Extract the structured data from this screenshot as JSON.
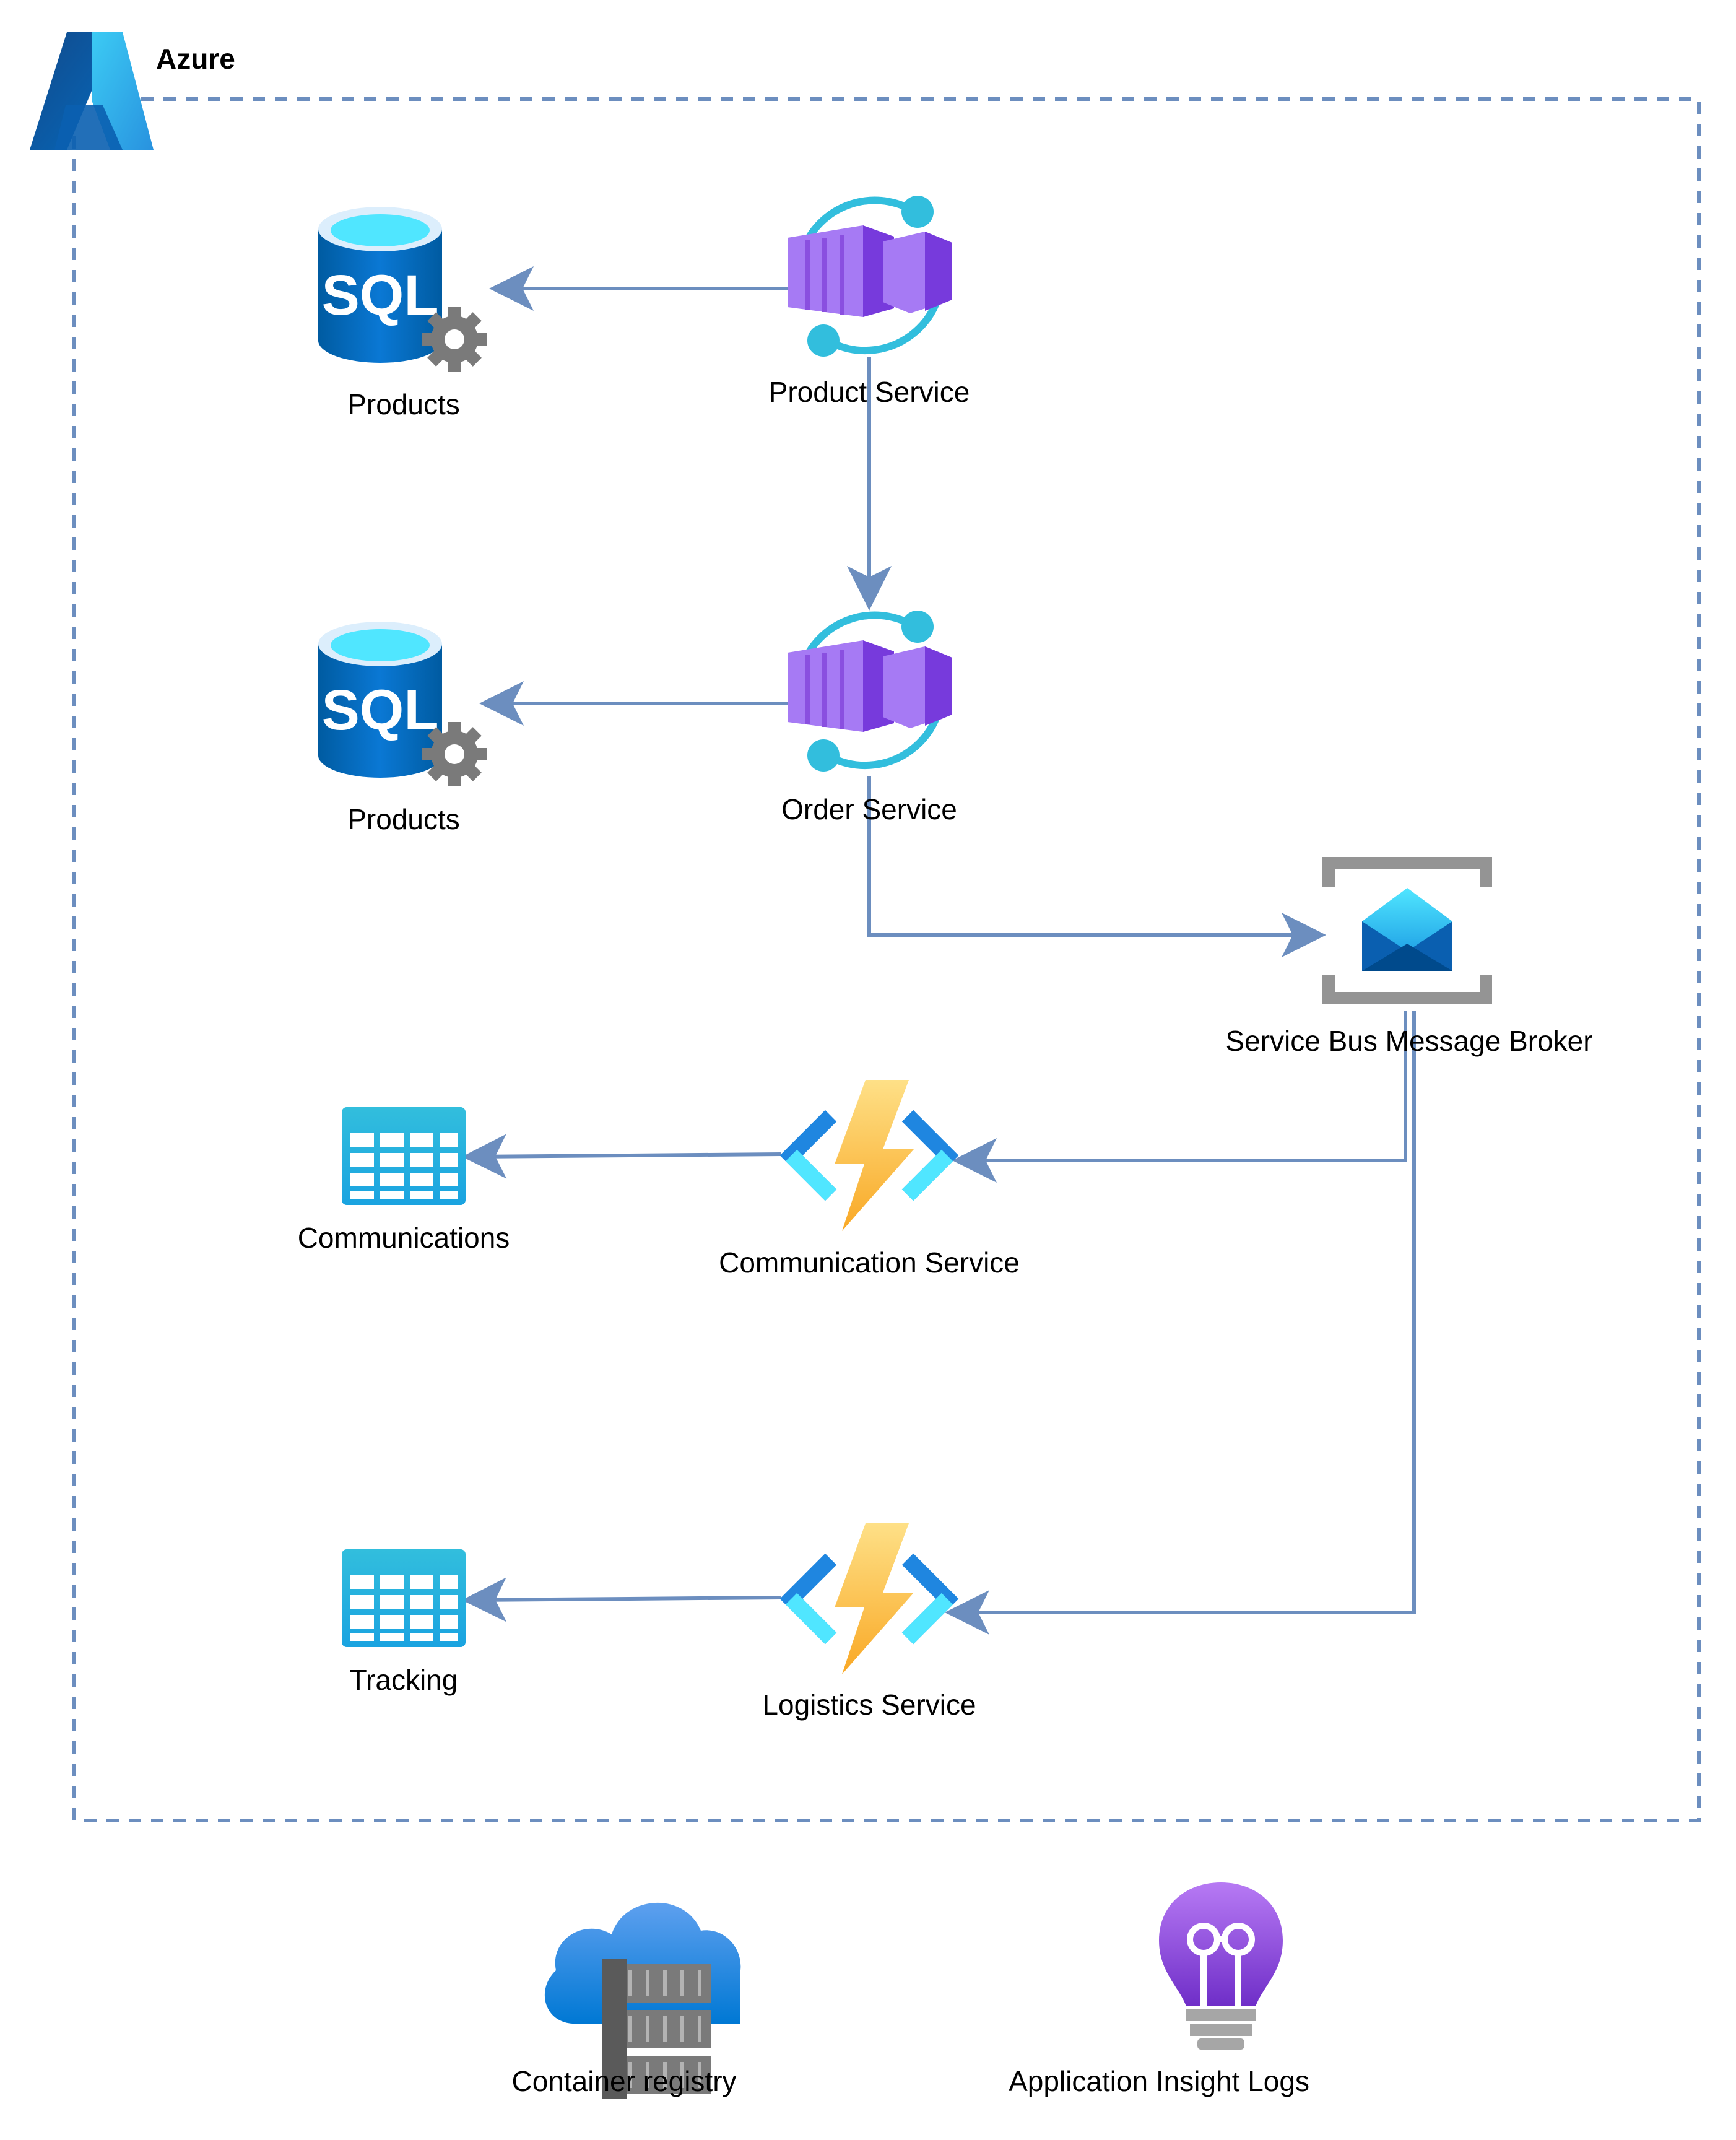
{
  "cloud": {
    "title": "Azure"
  },
  "nodes": {
    "products_db_1": {
      "label": "Products"
    },
    "product_service": {
      "label": "Product Service"
    },
    "products_db_2": {
      "label": "Products"
    },
    "order_service": {
      "label": "Order Service"
    },
    "service_bus": {
      "label": "Service Bus Message Broker"
    },
    "communications_table": {
      "label": "Communications"
    },
    "communication_service": {
      "label": "Communication Service"
    },
    "tracking_table": {
      "label": "Tracking"
    },
    "logistics_service": {
      "label": "Logistics Service"
    },
    "container_registry": {
      "label": "Container registry"
    },
    "app_insights": {
      "label": "Application Insight Logs"
    }
  },
  "edges": [
    {
      "from": "product_service",
      "to": "products_db_1"
    },
    {
      "from": "product_service",
      "to": "order_service"
    },
    {
      "from": "order_service",
      "to": "products_db_2"
    },
    {
      "from": "order_service",
      "to": "service_bus"
    },
    {
      "from": "service_bus",
      "to": "communication_service"
    },
    {
      "from": "service_bus",
      "to": "logistics_service"
    },
    {
      "from": "communication_service",
      "to": "communications_table"
    },
    {
      "from": "logistics_service",
      "to": "tracking_table"
    }
  ],
  "colors": {
    "edge": "#6c8ebf",
    "border": "#6c8ebf",
    "sql_blue": "#0a65b7",
    "sql_cyan": "#50e6ff",
    "container_purple": "#8a4fe0",
    "ring_cyan": "#32bedd",
    "bolt_yellow": "#fcc21b",
    "table_cyan": "#27b8ec",
    "gear_gray": "#7a7a7a"
  },
  "icons": {
    "azure_logo": "azure-logo-icon",
    "sql_database": "sql-database-icon",
    "container_app": "container-app-icon",
    "service_bus": "service-bus-icon",
    "function_app": "function-app-icon",
    "table_storage": "table-storage-icon",
    "container_registry": "container-registry-icon",
    "app_insights": "app-insights-icon"
  }
}
